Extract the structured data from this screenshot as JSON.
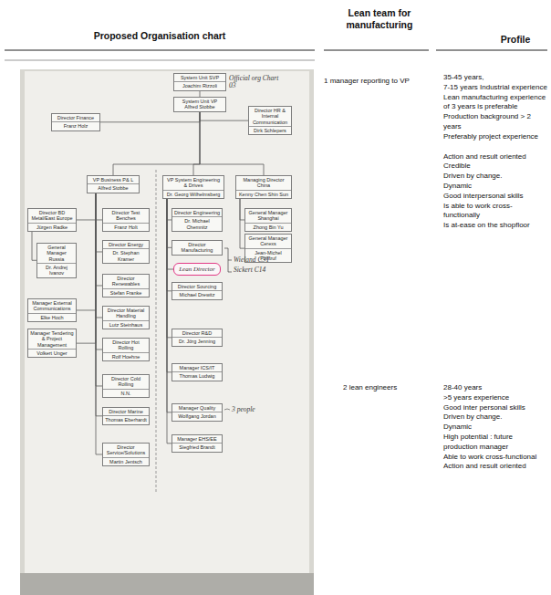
{
  "diagram": {
    "nodes": [
      {
        "text": [
          "System Unit SVP",
          "Joachim Rizzoli"
        ]
      },
      {
        "text": [
          "System Unit VP Alfred Stobbe"
        ]
      },
      {
        "text": [
          "Director Finance",
          "Franz Holz"
        ]
      },
      {
        "text": [
          "Director HR & Internal Communication",
          "Dirk Schlepers"
        ]
      },
      {
        "text": [
          "VP Business P& L",
          "Alfred Stobbe"
        ]
      },
      {
        "text": [
          "VP System Engineering & Drives",
          "Dr. Georg Wilhelmsberg"
        ]
      },
      {
        "text": [
          "Managing Director China",
          "Kenny Chen Shin Sun"
        ]
      },
      {
        "text": [
          "Director BD Metal/East Europe",
          "Jürgen Radke"
        ]
      },
      {
        "text": [
          "Director Test Benches",
          "Franz Holt"
        ]
      },
      {
        "text": [
          "Director Engineering",
          "Dr. Michael Chemnitz"
        ]
      },
      {
        "text": [
          "General Manager Shanghai",
          "Zhong Bin Yu"
        ]
      },
      {
        "text": [
          "General Manager Russia",
          "Dr. Andrej Ivanov"
        ]
      },
      {
        "text": [
          "Director Energy",
          "Dr. Stephan Kramer"
        ]
      },
      {
        "text": [
          "Director Manufacturing"
        ]
      },
      {
        "text": [
          "General Manager Cerexs",
          "Jean-Michel Pontruf"
        ]
      },
      {
        "text": [
          "Lean Director"
        ]
      },
      {
        "text": [
          "Director Renewables",
          "Stefan Franke"
        ]
      },
      {
        "text": [
          "Director Sourcing",
          "Michael Drewitz"
        ]
      },
      {
        "text": [
          "Manager External Communications",
          "Elke Hoch"
        ]
      },
      {
        "text": [
          "Director Material Handling",
          "Lutz Steinhaus"
        ]
      },
      {
        "text": [
          "Manager Tendering & Project Management",
          "Volkert Unger"
        ]
      },
      {
        "text": [
          "Director R&D",
          "Dr. Jörg Jenning"
        ]
      },
      {
        "text": [
          "Director Hot Rolling",
          "Rolf Hoehne"
        ]
      },
      {
        "text": [
          "Manager ICS/IT",
          "Thomas Ludwig"
        ]
      },
      {
        "text": [
          "Director Cold Rolling",
          "N.N."
        ]
      },
      {
        "text": [
          "Manager Quality",
          "Wolfgang Jordan"
        ]
      },
      {
        "text": [
          "Director Marine",
          "Thomas Eberhardt"
        ]
      },
      {
        "text": [
          "Manager EHS/EE",
          "Siegfried Brandt"
        ]
      },
      {
        "text": [
          "Director Service/Solutions",
          "Martin Jentsch"
        ]
      }
    ],
    "edges": [
      {
        "from": 0,
        "to": 1,
        "arrow": "none"
      },
      {
        "from": 1,
        "to": 2,
        "arrow": "none"
      },
      {
        "from": 1,
        "to": 3,
        "arrow": "none"
      },
      {
        "from": 1,
        "to": 4,
        "arrow": "none"
      },
      {
        "from": 1,
        "to": 5,
        "arrow": "none"
      },
      {
        "from": 1,
        "to": 6,
        "arrow": "none"
      },
      {
        "from": 4,
        "to": 7,
        "arrow": "none"
      },
      {
        "from": 4,
        "to": 8,
        "arrow": "none"
      },
      {
        "from": 4,
        "to": 12,
        "arrow": "none"
      },
      {
        "from": 4,
        "to": 16,
        "arrow": "none"
      },
      {
        "from": 4,
        "to": 18,
        "arrow": "none"
      },
      {
        "from": 4,
        "to": 19,
        "arrow": "none"
      },
      {
        "from": 4,
        "to": 20,
        "arrow": "none"
      },
      {
        "from": 4,
        "to": 22,
        "arrow": "none"
      },
      {
        "from": 4,
        "to": 24,
        "arrow": "none"
      },
      {
        "from": 4,
        "to": 26,
        "arrow": "none"
      },
      {
        "from": 4,
        "to": 28,
        "arrow": "none"
      },
      {
        "from": 7,
        "to": 11,
        "arrow": "none"
      },
      {
        "from": 5,
        "to": 9,
        "arrow": "none"
      },
      {
        "from": 5,
        "to": 13,
        "arrow": "none"
      },
      {
        "from": 5,
        "to": 15,
        "arrow": "none"
      },
      {
        "from": 5,
        "to": 17,
        "arrow": "none"
      },
      {
        "from": 5,
        "to": 21,
        "arrow": "none"
      },
      {
        "from": 5,
        "to": 23,
        "arrow": "none"
      },
      {
        "from": 5,
        "to": 25,
        "arrow": "none"
      },
      {
        "from": 5,
        "to": 27,
        "arrow": "none"
      },
      {
        "from": 6,
        "to": 10,
        "arrow": "none"
      },
      {
        "from": 6,
        "to": 14,
        "arrow": "none"
      }
    ],
    "labels": [
      "Proposed Organisation chart",
      "Lean team for manufacturing",
      "Profile",
      "Official org Chart 03",
      "Wieland C3T",
      "Sickert C14",
      "3 people",
      "1 manager reporting to VP",
      "35-45 years,",
      "7-15 years Industrial experience",
      "Lean manufacturing experience of 3 years is preferable",
      "Production background > 2 years",
      "Preferably project experience",
      "Action and result oriented",
      "Credible",
      "Driven by change.",
      "Dynamic",
      "Good interpersonal skills",
      "Is able to work cross-functionally",
      "Is at-ease on the shopfloor",
      "2 lean engineers",
      "28-40 years",
      ">5 years experience",
      "Good inter personal skills",
      "Driven by change.",
      "Dynamic",
      "High potential : future production manager",
      "Able to work cross-functional",
      "Action and result oriented"
    ]
  }
}
